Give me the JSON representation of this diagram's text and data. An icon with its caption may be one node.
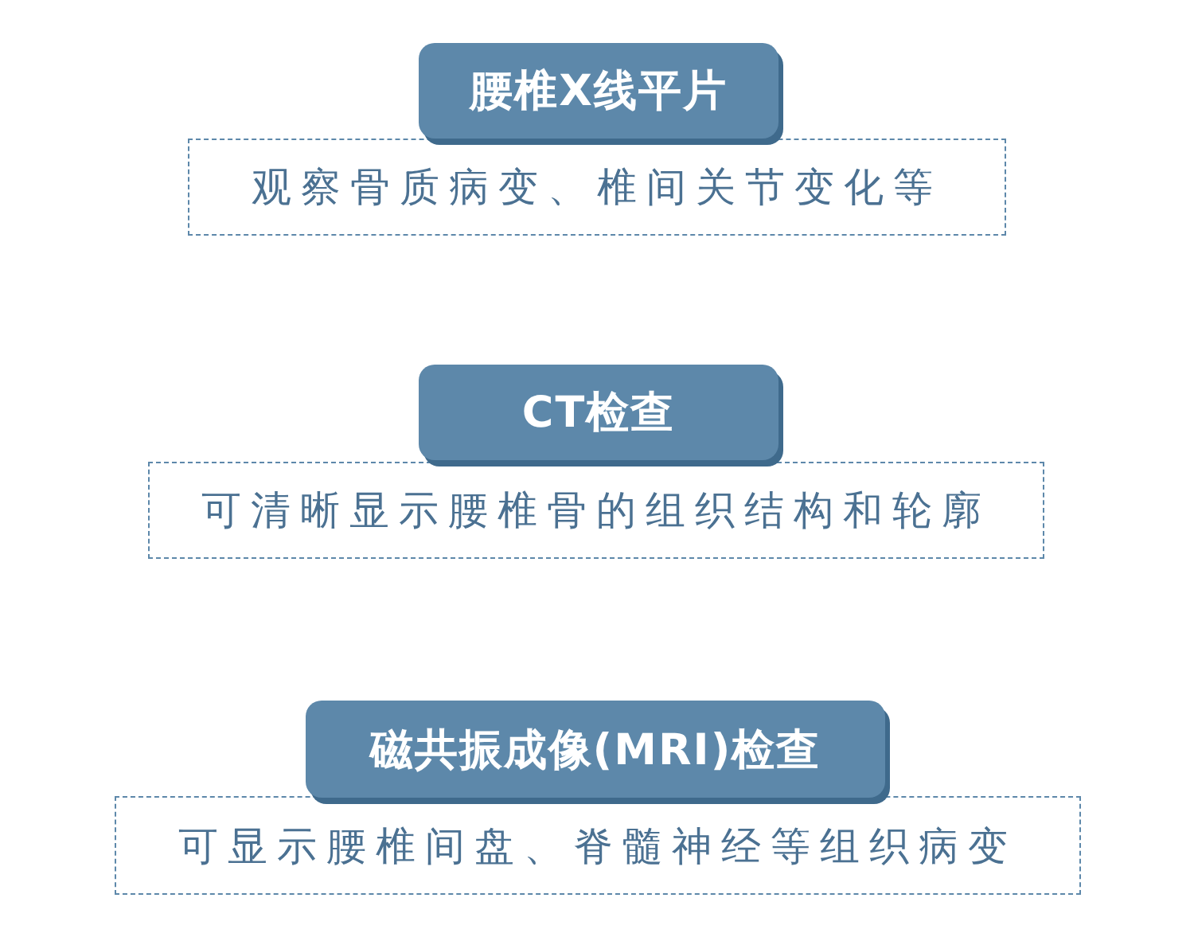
{
  "diagram": {
    "nodes": [
      {
        "text": [
          "腰椎X线平片"
        ]
      },
      {
        "text": [
          "观察骨质病变、椎间关节变化等"
        ]
      },
      {
        "text": [
          "CT检查"
        ]
      },
      {
        "text": [
          "可清晰显示腰椎骨的组织结构和轮廓"
        ]
      },
      {
        "text": [
          "磁共振成像(MRI)检查"
        ]
      },
      {
        "text": [
          "可显示腰椎间盘、脊髓神经等组织病变"
        ]
      }
    ]
  }
}
